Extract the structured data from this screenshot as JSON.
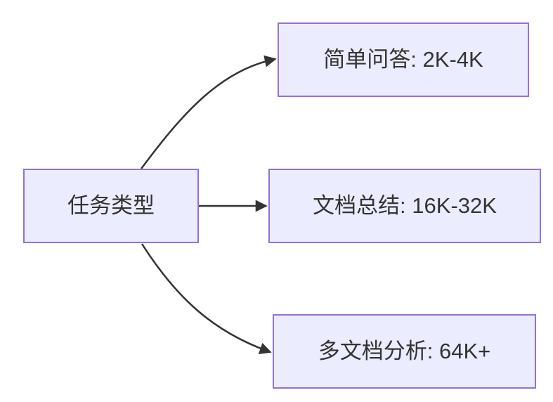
{
  "diagram": {
    "type": "flowchart-LR",
    "root": {
      "id": "task-type",
      "label": "任务类型"
    },
    "children": [
      {
        "id": "simple-qa",
        "label": "简单问答: 2K-4K"
      },
      {
        "id": "doc-summary",
        "label": "文档总结: 16K-32K"
      },
      {
        "id": "multi-doc",
        "label": "多文档分析: 64K+"
      }
    ],
    "edges": [
      {
        "from": "task-type",
        "to": "simple-qa",
        "arrow": "triangle"
      },
      {
        "from": "task-type",
        "to": "doc-summary",
        "arrow": "triangle"
      },
      {
        "from": "task-type",
        "to": "multi-doc",
        "arrow": "triangle"
      }
    ],
    "colors": {
      "node_fill": "#ECECFF",
      "node_border": "#9370DB",
      "edge": "#333333",
      "text": "#333333",
      "background": "#FFFFFF"
    }
  }
}
